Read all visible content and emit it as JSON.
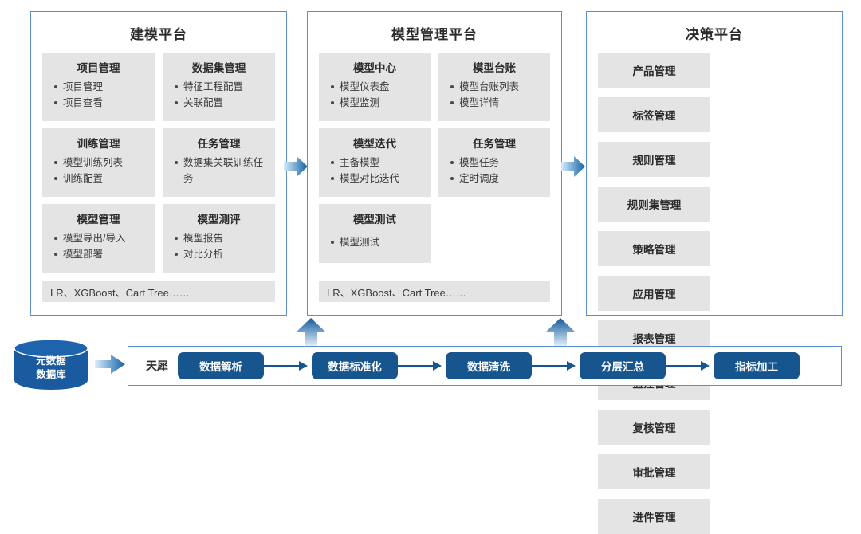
{
  "diagram": {
    "title": "",
    "colors": {
      "panel_border": "#5b8fc9",
      "card_bg": "#e4e4e4",
      "pipeline_node": "#17558f",
      "arrow_light": "#cfe6f7",
      "arrow_dark": "#1a5a9e",
      "db_fill": "#1a5a9e"
    }
  },
  "panels": [
    {
      "id": "modeling",
      "title": "建模平台",
      "cards": [
        {
          "title": "项目管理",
          "items": [
            "项目管理",
            "项目查看"
          ]
        },
        {
          "title": "数据集管理",
          "items": [
            "特征工程配置",
            "关联配置"
          ]
        },
        {
          "title": "训练管理",
          "items": [
            "模型训练列表",
            "训练配置"
          ]
        },
        {
          "title": "任务管理",
          "items": [
            "数据集关联训练任务"
          ]
        },
        {
          "title": "模型管理",
          "items": [
            "模型导出/导入",
            "模型部署"
          ]
        },
        {
          "title": "模型测评",
          "items": [
            "模型报告",
            "对比分析"
          ]
        }
      ],
      "footer": "LR、XGBoost、Cart Tree……"
    },
    {
      "id": "modelmgmt",
      "title": "模型管理平台",
      "cards": [
        {
          "title": "模型中心",
          "items": [
            "模型仪表盘",
            "模型监测"
          ]
        },
        {
          "title": "模型台账",
          "items": [
            "模型台账列表",
            "模型详情"
          ]
        },
        {
          "title": "模型迭代",
          "items": [
            "主备模型",
            "模型对比迭代"
          ]
        },
        {
          "title": "任务管理",
          "items": [
            "模型任务",
            "定时调度"
          ]
        },
        {
          "title": "模型测试",
          "items": [
            "模型测试"
          ]
        }
      ],
      "footer": "LR、XGBoost、Cart Tree……"
    },
    {
      "id": "decision",
      "title": "决策平台",
      "tiles": [
        "产品管理",
        "标签管理",
        "规则管理",
        "规则集管理",
        "策略管理",
        "应用管理",
        "报表管理",
        "监控管理",
        "复核管理",
        "审批管理",
        "进件管理"
      ]
    }
  ],
  "pipeline": {
    "database_label_line1": "元数据",
    "database_label_line2": "数据库",
    "label": "天犀",
    "nodes": [
      "数据解析",
      "数据标准化",
      "数据清洗",
      "分层汇总",
      "指标加工"
    ]
  }
}
